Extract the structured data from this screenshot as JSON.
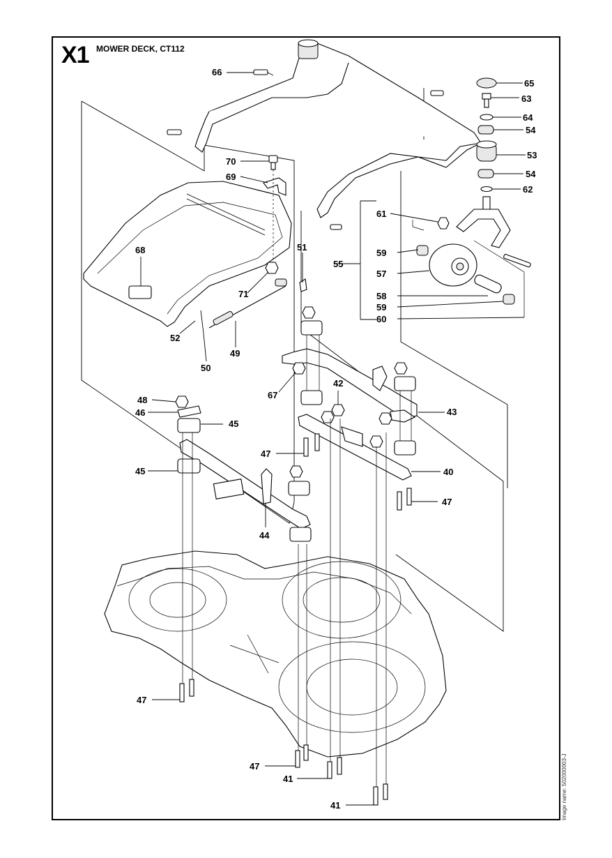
{
  "header": {
    "section_id": "X1",
    "title": "MOWER DECK, CT112"
  },
  "footer": {
    "image_name": "Image name: 502000003-J"
  },
  "callouts": [
    {
      "label": "66"
    },
    {
      "label": "65"
    },
    {
      "label": "63"
    },
    {
      "label": "64"
    },
    {
      "label": "54"
    },
    {
      "label": "70"
    },
    {
      "label": "53"
    },
    {
      "label": "69"
    },
    {
      "label": "54"
    },
    {
      "label": "62"
    },
    {
      "label": "61"
    },
    {
      "label": "68"
    },
    {
      "label": "51"
    },
    {
      "label": "59"
    },
    {
      "label": "55"
    },
    {
      "label": "57"
    },
    {
      "label": "71"
    },
    {
      "label": "58"
    },
    {
      "label": "59"
    },
    {
      "label": "60"
    },
    {
      "label": "52"
    },
    {
      "label": "49"
    },
    {
      "label": "50"
    },
    {
      "label": "67"
    },
    {
      "label": "42"
    },
    {
      "label": "48"
    },
    {
      "label": "43"
    },
    {
      "label": "46"
    },
    {
      "label": "45"
    },
    {
      "label": "47"
    },
    {
      "label": "45"
    },
    {
      "label": "40"
    },
    {
      "label": "47"
    },
    {
      "label": "44"
    },
    {
      "label": "47"
    },
    {
      "label": "47"
    },
    {
      "label": "41"
    },
    {
      "label": "41"
    }
  ]
}
